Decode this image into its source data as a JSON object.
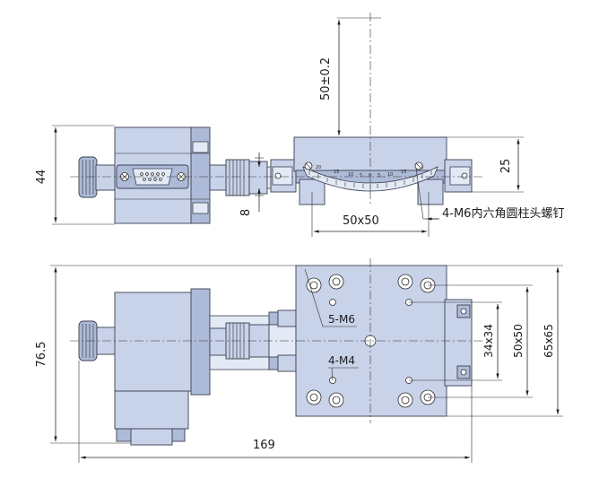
{
  "dimensions": {
    "travel": "50±0.2",
    "height_motor": "44",
    "height_table": "25",
    "small_gap": "8",
    "table_size": "50x50",
    "screw_note": "4-M6内六角圆柱头螺钉",
    "bottom_holes": "5-M6",
    "side_holes": "4-M4",
    "length_total": "169",
    "width_total": "76.5",
    "hole_pitch_a": "34x34",
    "hole_pitch_b": "50x50",
    "hole_pitch_c": "65x65"
  },
  "scale_ticks": [
    "20",
    "15",
    "10",
    "5",
    "0",
    "5",
    "10",
    "15",
    "20"
  ]
}
